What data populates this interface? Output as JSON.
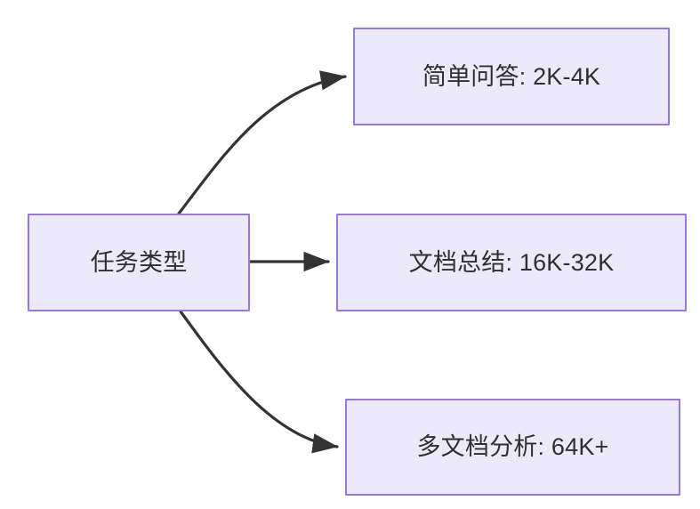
{
  "diagram": {
    "type": "flowchart",
    "direction": "left-to-right",
    "background_color": "#ffffff",
    "node_fill_color": "#ece9fb",
    "node_border_color": "#9a77dd",
    "node_text_color": "#2f2f2f",
    "edge_color": "#333333",
    "nodes": [
      {
        "id": "root",
        "label": "任务类型"
      },
      {
        "id": "simple",
        "label": "简单问答: 2K-4K"
      },
      {
        "id": "doc",
        "label": "文档总结: 16K-32K"
      },
      {
        "id": "multidoc",
        "label": "多文档分析: 64K+"
      }
    ],
    "edges": [
      {
        "from": "root",
        "to": "simple",
        "style": "curved",
        "label": ""
      },
      {
        "from": "root",
        "to": "doc",
        "style": "straight",
        "label": ""
      },
      {
        "from": "root",
        "to": "multidoc",
        "style": "curved",
        "label": ""
      }
    ]
  }
}
